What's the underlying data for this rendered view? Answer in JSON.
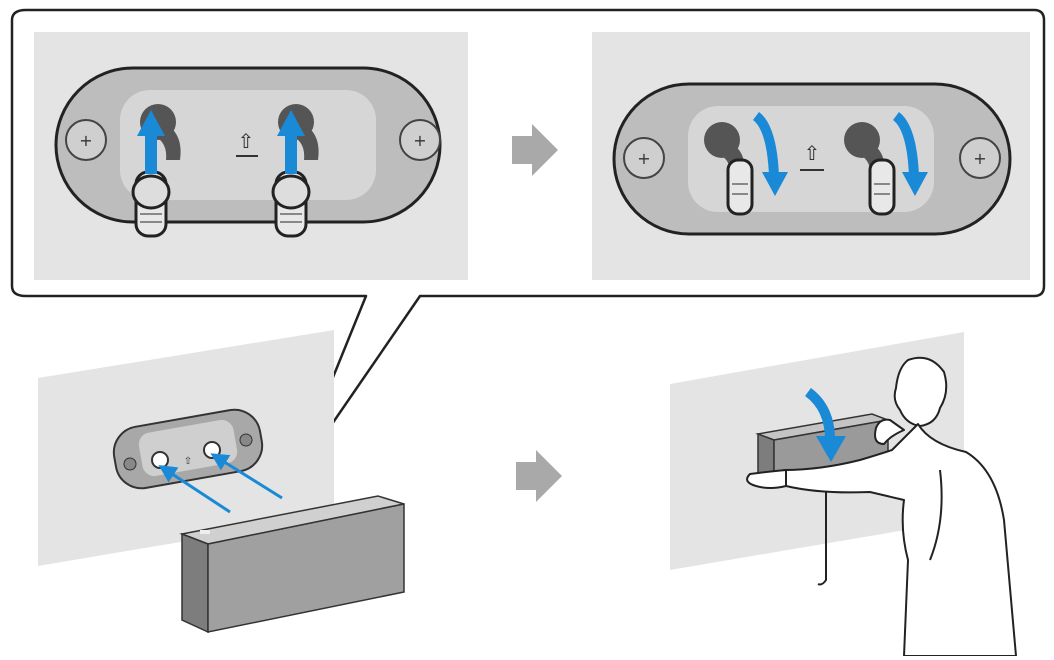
{
  "figure": {
    "panels": [
      {
        "id": "detail-before",
        "description_label": ""
      },
      {
        "id": "detail-after",
        "description_label": ""
      },
      {
        "id": "wall-install",
        "description_label": ""
      },
      {
        "id": "person-mounting",
        "description_label": ""
      }
    ],
    "symbols": {
      "up_arrow_mark": "⇧",
      "screw_head": "+"
    }
  },
  "colors": {
    "accent_blue": "#1a8ad6",
    "panel_gray": "#e4e4e4",
    "bracket_fill": "#bdbdbd",
    "bracket_inner": "#d6d6d6",
    "slot_dark": "#555555",
    "outline": "#222222",
    "flow_arrow": "#a9a9a9",
    "device_front": "#a0a0a0",
    "device_top": "#d0d0d0"
  },
  "icons": [
    "screw-icon",
    "keyhole-slot-icon",
    "up-arrow-icon",
    "flow-arrow-icon",
    "person-illustration"
  ]
}
